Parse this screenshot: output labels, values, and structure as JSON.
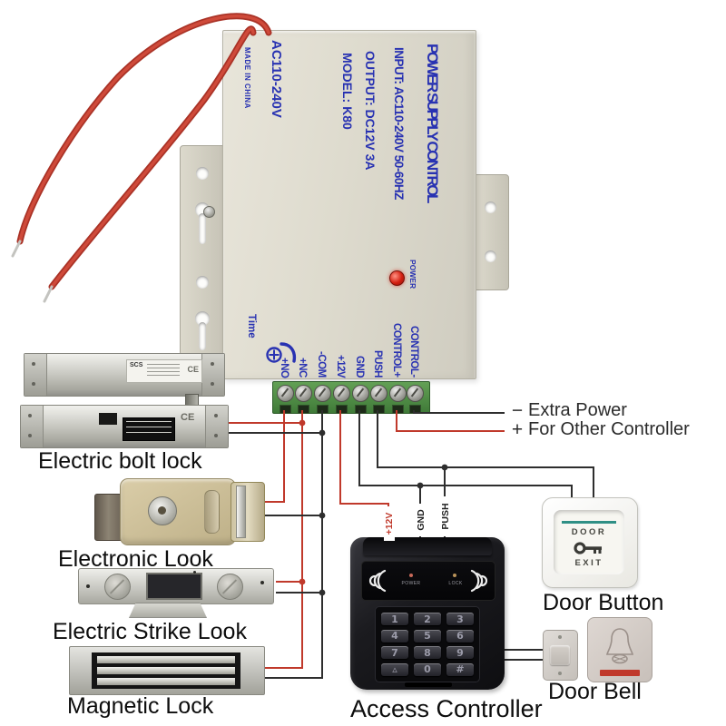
{
  "psu": {
    "title": "POWER SUPPLY CONTROL",
    "input": "INPUT: AC110-240V 50-60HZ",
    "output": "OUTPUT: DC12V 3A",
    "model": "MODEL: K80",
    "voltage": "AC110-240V",
    "made_in": "MADE IN CHINA",
    "led_label": "POWER",
    "time_label": "Time",
    "terminals": [
      "+NO",
      "+NC",
      "-COM",
      "+12V",
      "GND",
      "PUSH",
      "CONTROL+",
      "CONTROL-"
    ],
    "text_color": "#2832b2"
  },
  "wire_labels": {
    "plus12v": "+12V",
    "gnd": "GND",
    "push": "PUSH"
  },
  "annotations": {
    "extra_power": {
      "sign": "−",
      "text": "Extra Power"
    },
    "other_controller": {
      "sign": "+",
      "text": "For Other Controller"
    }
  },
  "devices": {
    "bolt_lock": {
      "label": "Electric bolt lock",
      "brand": "SCS",
      "ce_mark": "CE"
    },
    "electronic_lock": {
      "label": "Electronic Look"
    },
    "strike_lock": {
      "label": "Electric Strike Look"
    },
    "magnetic_lock": {
      "label": "Magnetic Lock"
    },
    "access_controller": {
      "label": "Access Controller",
      "power_led": "POWER",
      "lock_led": "LOCK",
      "keys": [
        "1",
        "2",
        "3",
        "4",
        "5",
        "6",
        "7",
        "8",
        "9",
        "▵",
        "0",
        "#"
      ]
    },
    "door_button": {
      "label": "Door Button",
      "line1": "DOOR",
      "line2": "EXIT"
    },
    "door_bell": {
      "label": "Door Bell"
    }
  },
  "colors": {
    "wire_red": "#c0392b",
    "wire_black": "#2e2e2e",
    "psu_body": "#dedbce",
    "terminal_green": "#4f8f4a",
    "led_red": "#d31f10",
    "psu_text_blue": "#2832b2"
  }
}
